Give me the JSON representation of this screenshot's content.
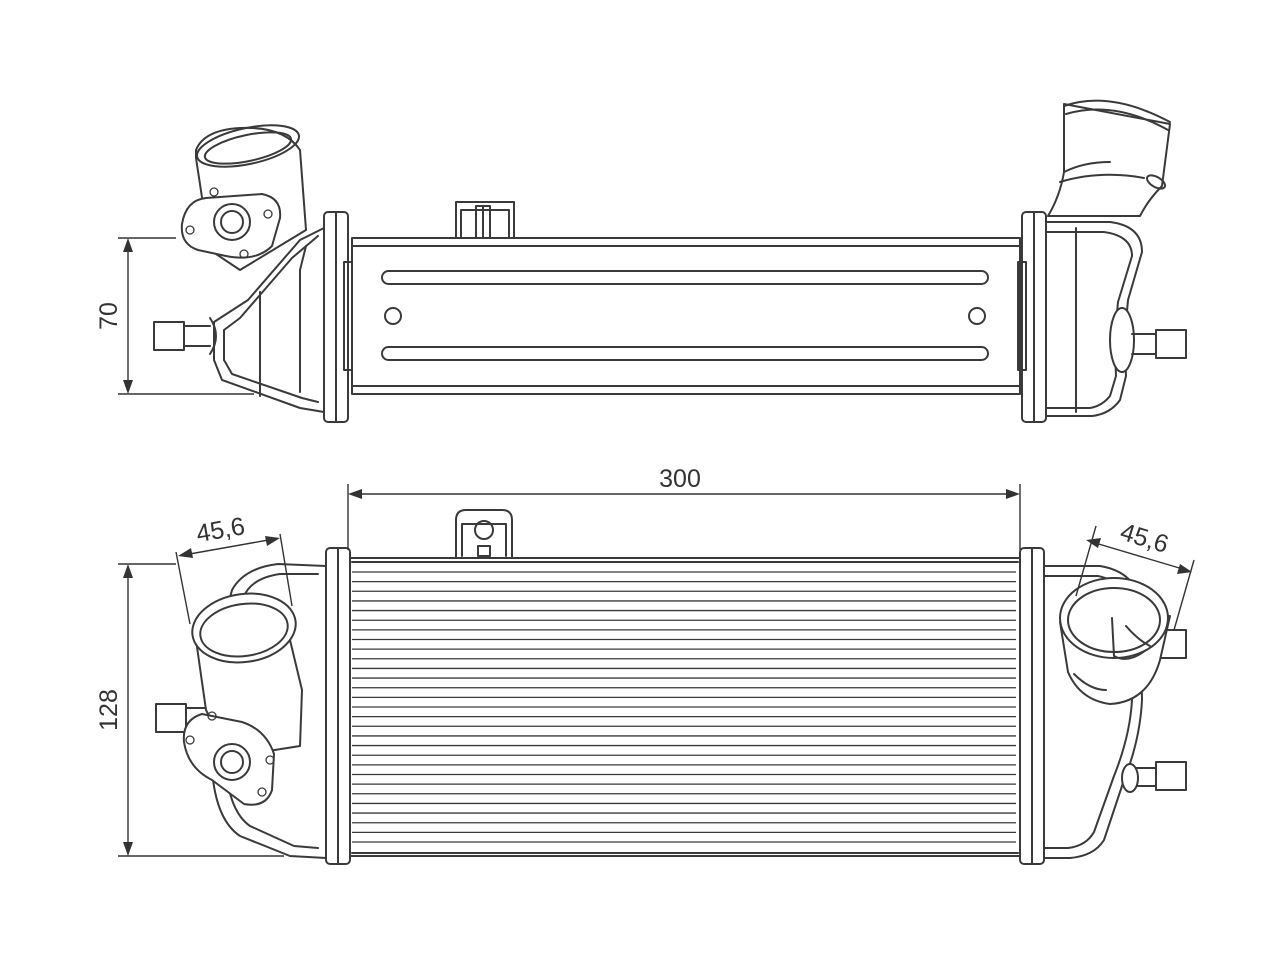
{
  "dimensions": {
    "height_top": "70",
    "width": "300",
    "height_front": "128",
    "pipe_left": "45,6",
    "pipe_right": "45,6"
  },
  "colors": {
    "line": "#3a3a3a",
    "background": "#ffffff"
  }
}
